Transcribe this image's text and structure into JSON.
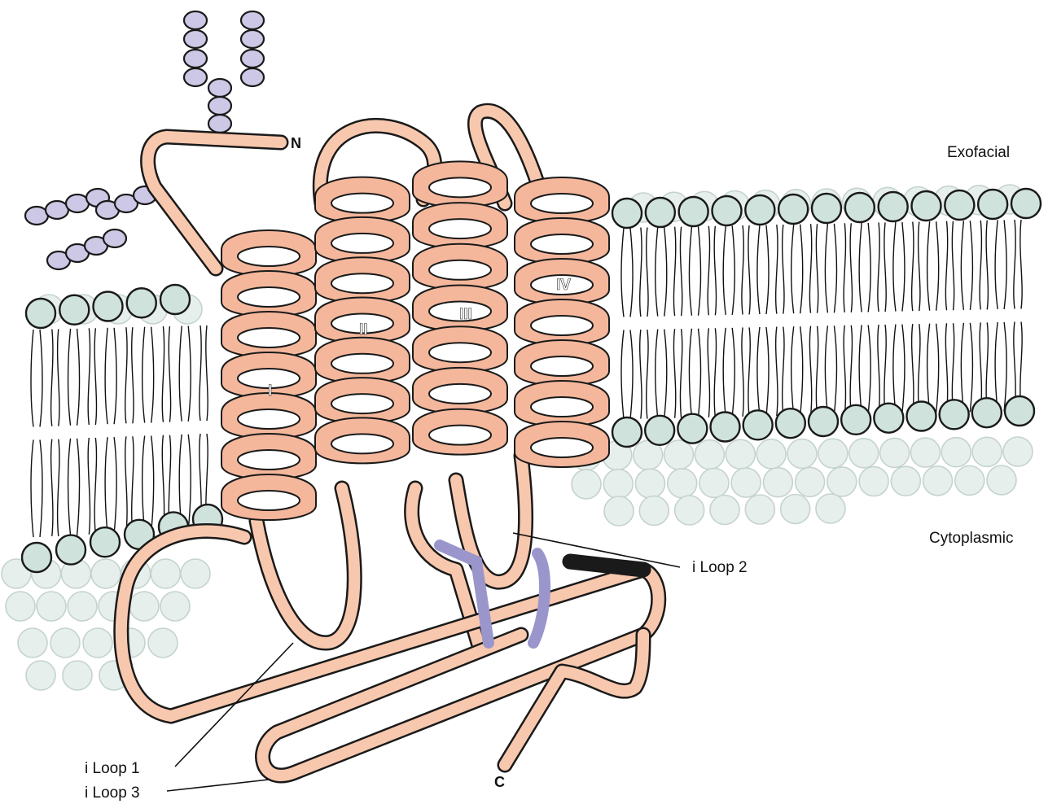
{
  "labels": {
    "exofacial": "Exofacial",
    "cytoplasmic": "Cytoplasmic",
    "loop2": "i Loop 2",
    "loop1": "i Loop 1",
    "loop3": "i Loop 3",
    "n_terminus": "N",
    "c_terminus": "C"
  },
  "helices": [
    "I",
    "II",
    "III",
    "IV"
  ],
  "colors": {
    "protein": "#f8c8ae",
    "protein_shade": "#f4b79b",
    "lipid_head": "#cfe3dc",
    "glycan": "#cdc8e6",
    "loop_highlight": "#9a96cc"
  }
}
